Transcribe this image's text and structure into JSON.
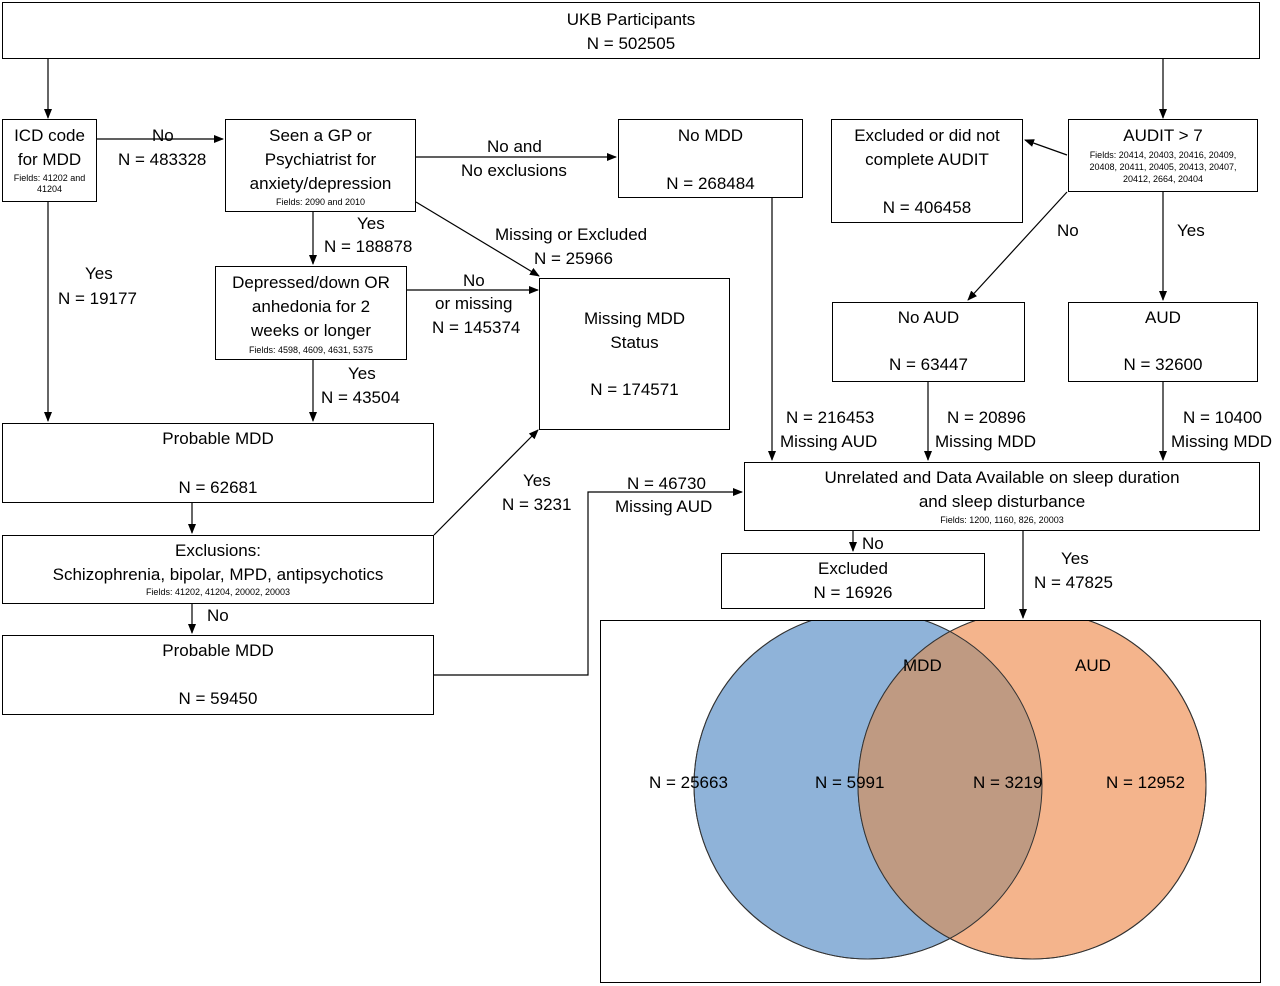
{
  "colors": {
    "mdd_circle": "#8fb3d9",
    "aud_circle": "#f4b48c",
    "overlap": "#bf9a82",
    "line": "#000000"
  },
  "top": {
    "title": "UKB Participants",
    "n": "N = 502505"
  },
  "icd": {
    "line1": "ICD code",
    "line2": "for MDD",
    "fields1": "Fields: 41202 and",
    "fields2": "41204"
  },
  "gp": {
    "line1": "Seen a GP or",
    "line2": "Psychiatrist for",
    "line3": "anxiety/depression",
    "fields": "Fields: 2090 and 2010"
  },
  "no_mdd": {
    "title": "No MDD",
    "n": "N = 268484"
  },
  "excl_audit": {
    "line1": "Excluded or did not",
    "line2": "complete AUDIT",
    "n": "N = 406458"
  },
  "audit": {
    "title": "AUDIT > 7",
    "fields1": "Fields: 20414, 20403, 20416, 20409,",
    "fields2": "20408, 20411, 20405, 20413, 20407,",
    "fields3": "20412, 2664, 20404"
  },
  "depressed": {
    "line1": "Depressed/down OR",
    "line2": "anhedonia for 2",
    "line3": "weeks or longer",
    "fields": "Fields: 4598, 4609, 4631, 5375"
  },
  "missing_mdd": {
    "line1": "Missing MDD",
    "line2": "Status",
    "n": "N = 174571"
  },
  "no_aud": {
    "title": "No AUD",
    "n": "N = 63447"
  },
  "aud": {
    "title": "AUD",
    "n": "N = 32600"
  },
  "prob1": {
    "title": "Probable MDD",
    "n": "N = 62681"
  },
  "exclusions": {
    "title": "Exclusions:",
    "line2": "Schizophrenia, bipolar, MPD, antipsychotics",
    "fields": "Fields: 41202, 41204, 20002, 20003"
  },
  "prob2": {
    "title": "Probable MDD",
    "n": "N = 59450"
  },
  "unrelated": {
    "line1": "Unrelated and Data Available on sleep duration",
    "line2": "and sleep disturbance",
    "fields": "Fields: 1200, 1160, 826, 20003"
  },
  "excluded": {
    "title": "Excluded",
    "n": "N = 16926"
  },
  "labels": {
    "icd_no": "No",
    "icd_no_n": "N = 483328",
    "gp_noexcl1": "No and",
    "gp_noexcl2": "No exclusions",
    "gp_yes": "Yes",
    "gp_yes_n": "N = 188878",
    "gp_missing": "Missing or Excluded",
    "gp_missing_n": "N = 25966",
    "icd_yes": "Yes",
    "icd_yes_n": "N = 19177",
    "dep_no1": "No",
    "dep_no2": "or missing",
    "dep_no_n": "N = 145374",
    "dep_yes": "Yes",
    "dep_yes_n": "N = 43504",
    "audit_no": "No",
    "audit_yes": "Yes",
    "nomdd_miss_n": "N = 216453",
    "nomdd_miss": "Missing AUD",
    "noaud_miss_n": "N = 20896",
    "noaud_miss": "Missing MDD",
    "aud_miss_n": "N = 10400",
    "aud_miss": "Missing MDD",
    "excl_yes": "Yes",
    "excl_yes_n": "N = 3231",
    "prob2_n": "N = 46730",
    "prob2_miss": "Missing AUD",
    "excl_no": "No",
    "unrel_no": "No",
    "unrel_yes": "Yes",
    "unrel_yes_n": "N = 47825"
  },
  "venn": {
    "outside_n": "N = 25663",
    "mdd_label": "MDD",
    "aud_label": "AUD",
    "mdd_only_n": "N = 5991",
    "both_n": "N = 3219",
    "aud_only_n": "N = 12952"
  }
}
